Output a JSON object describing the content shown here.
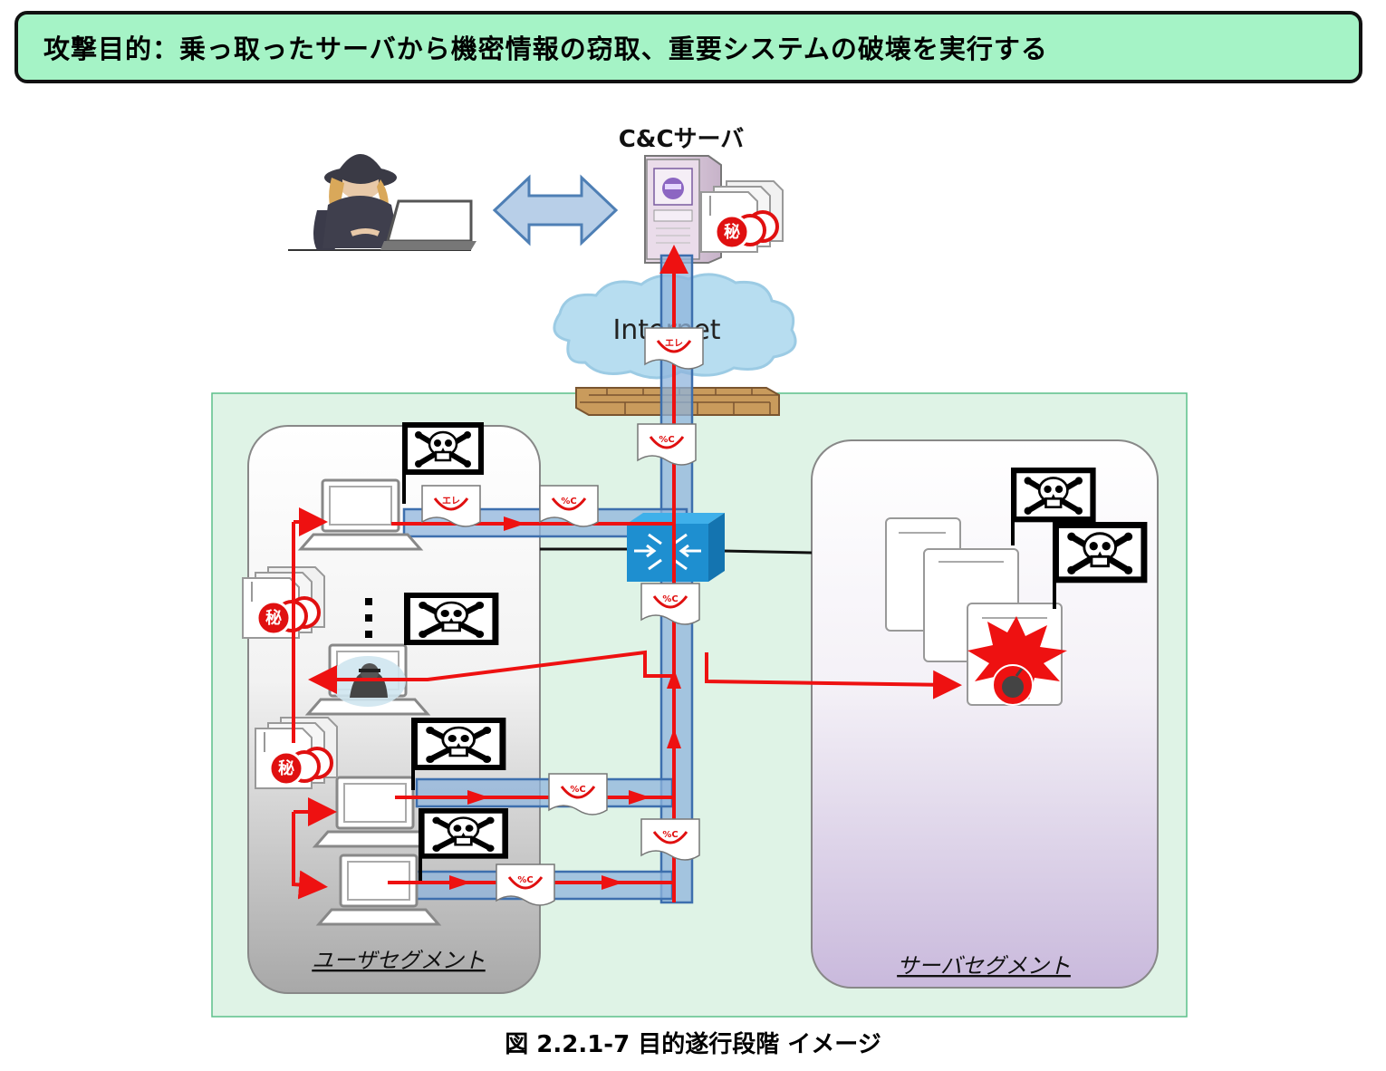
{
  "header": {
    "title": "攻撃目的：乗っ取ったサーバから機密情報の窃取、重要システムの破壊を実行する"
  },
  "diagram": {
    "cc_server_label": "C&Cサーバ",
    "internet_label": "Internet",
    "segments": {
      "user": "ユーザセグメント",
      "server": "サーバセグメント"
    },
    "secret_glyph": "秘",
    "packet_labels": {
      "encrypted": "エレ",
      "command": "%C"
    },
    "colors": {
      "flow": "#ee1111",
      "tunnel": "#8fb4dc",
      "env_bg": "#dff3e6",
      "env_border": "#5cc08a",
      "firewall": "#b78a4e",
      "switch": "#1e8fd0",
      "explosion": "#ee1111"
    }
  },
  "caption": "図 2.2.1-7 目的遂行段階 イメージ"
}
